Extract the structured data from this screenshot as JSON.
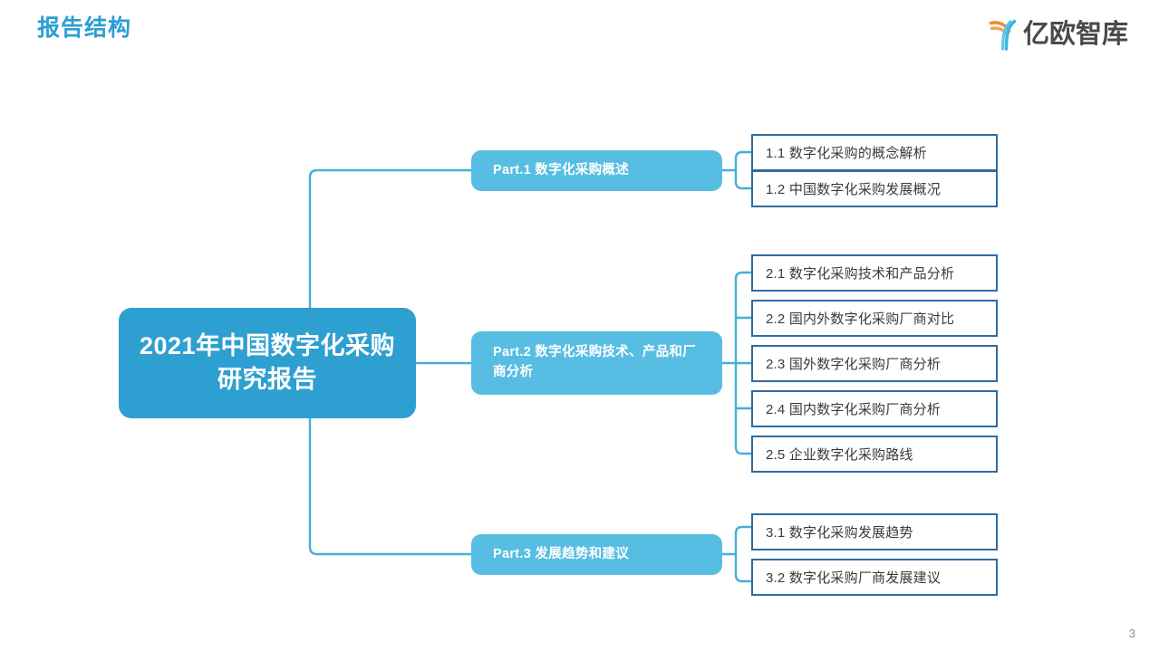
{
  "header": {
    "title": "报告结构",
    "title_color": "#2B9FD4",
    "logo_text": "亿欧智库",
    "logo_icon": "yiou-zhiku-logo-icon",
    "logo_accent_orange": "#F08A38",
    "logo_accent_blue": "#3FB3E3"
  },
  "diagram": {
    "type": "mindmap",
    "root": {
      "label": "2021年中国数字化采购研究报告",
      "bg_color": "#2E9FD1",
      "text_color": "#FFFFFF"
    },
    "branch_color": "#58BDE2",
    "connector_color": "#45AFD8",
    "leaf_border_color": "#2D6CA2",
    "leaf_text_color": "#3B3B3B",
    "branches": [
      {
        "label": "Part.1 数字化采购概述",
        "leaves": [
          "1.1 数字化采购的概念解析",
          "1.2 中国数字化采购发展概况"
        ]
      },
      {
        "label": "Part.2 数字化采购技术、产品和厂商分析",
        "leaves": [
          "2.1 数字化采购技术和产品分析",
          "2.2 国内外数字化采购厂商对比",
          "2.3 国外数字化采购厂商分析",
          "2.4 国内数字化采购厂商分析",
          "2.5 企业数字化采购路线"
        ]
      },
      {
        "label": "Part.3 发展趋势和建议",
        "leaves": [
          "3.1 数字化采购发展趋势",
          "3.2 数字化采购厂商发展建议"
        ]
      }
    ]
  },
  "footer": {
    "page_number": "3"
  }
}
